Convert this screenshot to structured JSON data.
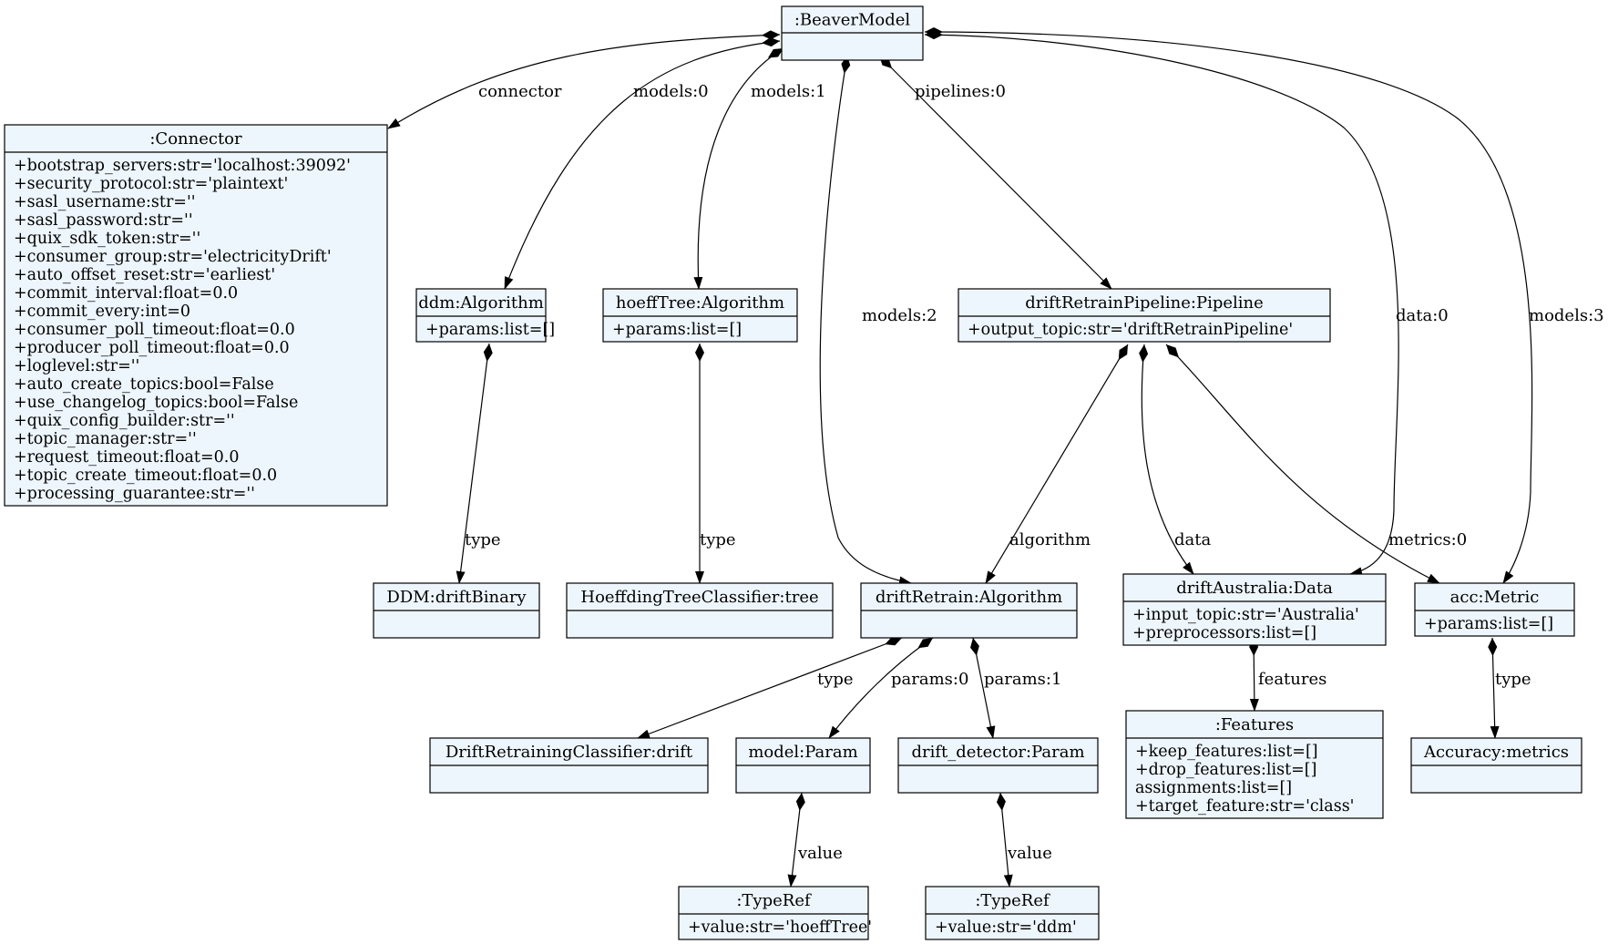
{
  "nodes": [
    {
      "id": "beaver",
      "title": ":BeaverModel",
      "attrs": []
    },
    {
      "id": "connector",
      "title": ":Connector",
      "attrs": [
        "+bootstrap_servers:str='localhost:39092'",
        "+security_protocol:str='plaintext'",
        "+sasl_username:str=''",
        "+sasl_password:str=''",
        "+quix_sdk_token:str=''",
        "+consumer_group:str='electricityDrift'",
        "+auto_offset_reset:str='earliest'",
        "+commit_interval:float=0.0",
        "+commit_every:int=0",
        "+consumer_poll_timeout:float=0.0",
        "+producer_poll_timeout:float=0.0",
        "+loglevel:str=''",
        "+auto_create_topics:bool=False",
        "+use_changelog_topics:bool=False",
        "+quix_config_builder:str=''",
        "+topic_manager:str=''",
        "+request_timeout:float=0.0",
        "+topic_create_timeout:float=0.0",
        "+processing_guarantee:str=''"
      ]
    },
    {
      "id": "ddm",
      "title": "ddm:Algorithm",
      "attrs": [
        "+params:list=[]"
      ]
    },
    {
      "id": "hoeff",
      "title": "hoeffTree:Algorithm",
      "attrs": [
        "+params:list=[]"
      ]
    },
    {
      "id": "pipeline",
      "title": "driftRetrainPipeline:Pipeline",
      "attrs": [
        "+output_topic:str='driftRetrainPipeline'"
      ]
    },
    {
      "id": "ddmtype",
      "title": "DDM:driftBinary",
      "attrs": []
    },
    {
      "id": "hofftype",
      "title": "HoeffdingTreeClassifier:tree",
      "attrs": []
    },
    {
      "id": "driftalg",
      "title": "driftRetrain:Algorithm",
      "attrs": []
    },
    {
      "id": "data",
      "title": "driftAustralia:Data",
      "attrs": [
        "+input_topic:str='Australia'",
        "+preprocessors:list=[]"
      ]
    },
    {
      "id": "metric",
      "title": "acc:Metric",
      "attrs": [
        "+params:list=[]"
      ]
    },
    {
      "id": "drcls",
      "title": "DriftRetrainingClassifier:drift",
      "attrs": []
    },
    {
      "id": "modelparam",
      "title": "model:Param",
      "attrs": []
    },
    {
      "id": "detparam",
      "title": "drift_detector:Param",
      "attrs": []
    },
    {
      "id": "features",
      "title": ":Features",
      "attrs": [
        "+keep_features:list=[]",
        "+drop_features:list=[]",
        "assignments:list=[]",
        "+target_feature:str='class'"
      ]
    },
    {
      "id": "accmetrics",
      "title": "Accuracy:metrics",
      "attrs": []
    },
    {
      "id": "typeref1",
      "title": ":TypeRef",
      "attrs": [
        "+value:str='hoeffTree'"
      ]
    },
    {
      "id": "typeref2",
      "title": ":TypeRef",
      "attrs": [
        "+value:str='ddm'"
      ]
    }
  ],
  "edges": [
    {
      "id": "e-connector",
      "from": "beaver",
      "to": "connector",
      "label": "connector"
    },
    {
      "id": "e-models0",
      "from": "beaver",
      "to": "ddm",
      "label": "models:0"
    },
    {
      "id": "e-models1",
      "from": "beaver",
      "to": "hoeff",
      "label": "models:1"
    },
    {
      "id": "e-models2",
      "from": "beaver",
      "to": "driftalg",
      "label": "models:2"
    },
    {
      "id": "e-pipelines0",
      "from": "beaver",
      "to": "pipeline",
      "label": "pipelines:0"
    },
    {
      "id": "e-data0",
      "from": "beaver",
      "to": "data",
      "label": "data:0"
    },
    {
      "id": "e-models3",
      "from": "beaver",
      "to": "metric",
      "label": "models:3"
    },
    {
      "id": "e-ddm-type",
      "from": "ddm",
      "to": "ddmtype",
      "label": "type"
    },
    {
      "id": "e-hoeff-type",
      "from": "hoeff",
      "to": "hofftype",
      "label": "type"
    },
    {
      "id": "e-algorithm",
      "from": "pipeline",
      "to": "driftalg",
      "label": "algorithm"
    },
    {
      "id": "e-data",
      "from": "pipeline",
      "to": "data",
      "label": "data"
    },
    {
      "id": "e-metrics0",
      "from": "pipeline",
      "to": "metric",
      "label": "metrics:0"
    },
    {
      "id": "e-drift-type",
      "from": "driftalg",
      "to": "drcls",
      "label": "type"
    },
    {
      "id": "e-params0",
      "from": "driftalg",
      "to": "modelparam",
      "label": "params:0"
    },
    {
      "id": "e-params1",
      "from": "driftalg",
      "to": "detparam",
      "label": "params:1"
    },
    {
      "id": "e-features",
      "from": "data",
      "to": "features",
      "label": "features"
    },
    {
      "id": "e-metric-type",
      "from": "metric",
      "to": "accmetrics",
      "label": "type"
    },
    {
      "id": "e-value1",
      "from": "modelparam",
      "to": "typeref1",
      "label": "value"
    },
    {
      "id": "e-value2",
      "from": "detparam",
      "to": "typeref2",
      "label": "value"
    }
  ]
}
